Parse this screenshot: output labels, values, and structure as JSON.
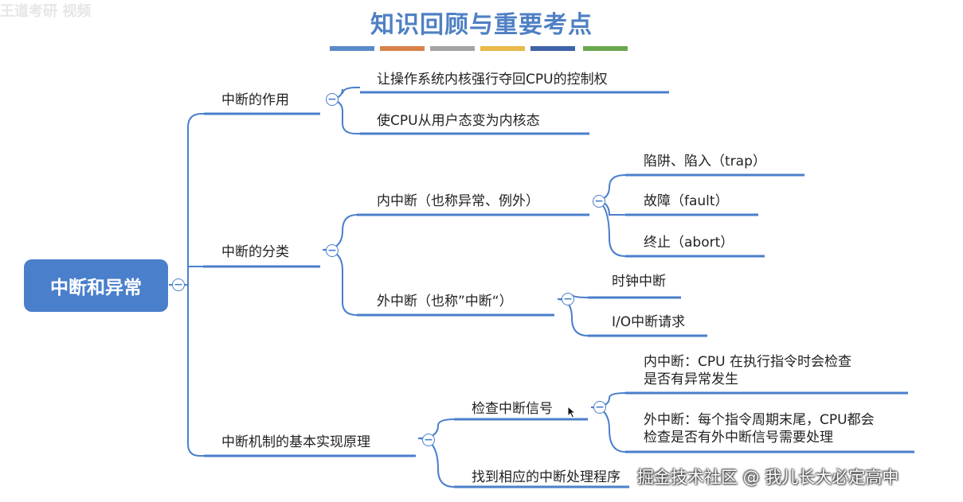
{
  "title": "知识回顾与重要考点",
  "divider_colors": [
    "#5b8ac8",
    "#d9814a",
    "#a3a3a3",
    "#e8b94a",
    "#3f63a8",
    "#6aa84f"
  ],
  "accent_color": "#4a7fcb",
  "watermark_top": "王道考研 视频",
  "watermark_bottom": "掘金技术社区 @ 我儿长大必定高中",
  "root": {
    "label": "中断和异常"
  },
  "branches": {
    "role": {
      "label": "中断的作用",
      "items": [
        "让操作系统内核强行夺回CPU的控制权",
        "使CPU从用户态变为内核态"
      ]
    },
    "classification": {
      "label": "中断的分类",
      "internal": {
        "label": "内中断（也称异常、例外）",
        "items": [
          "陷阱、陷入（trap）",
          "故障（fault）",
          "终止（abort）"
        ]
      },
      "external": {
        "label": "外中断（也称”中断“）",
        "items": [
          "时钟中断",
          "I/O中断请求"
        ]
      }
    },
    "mechanism": {
      "label": "中断机制的基本实现原理",
      "check": {
        "label": "检查中断信号",
        "internal_line1": "内中断：CPU 在执行指令时会检查",
        "internal_line2": "是否有异常发生",
        "external_line1": "外中断：每个指令周期末尾，CPU都会",
        "external_line2": "检查是否有外中断信号需要处理"
      },
      "handler": {
        "label": "找到相应的中断处理程序"
      }
    }
  }
}
